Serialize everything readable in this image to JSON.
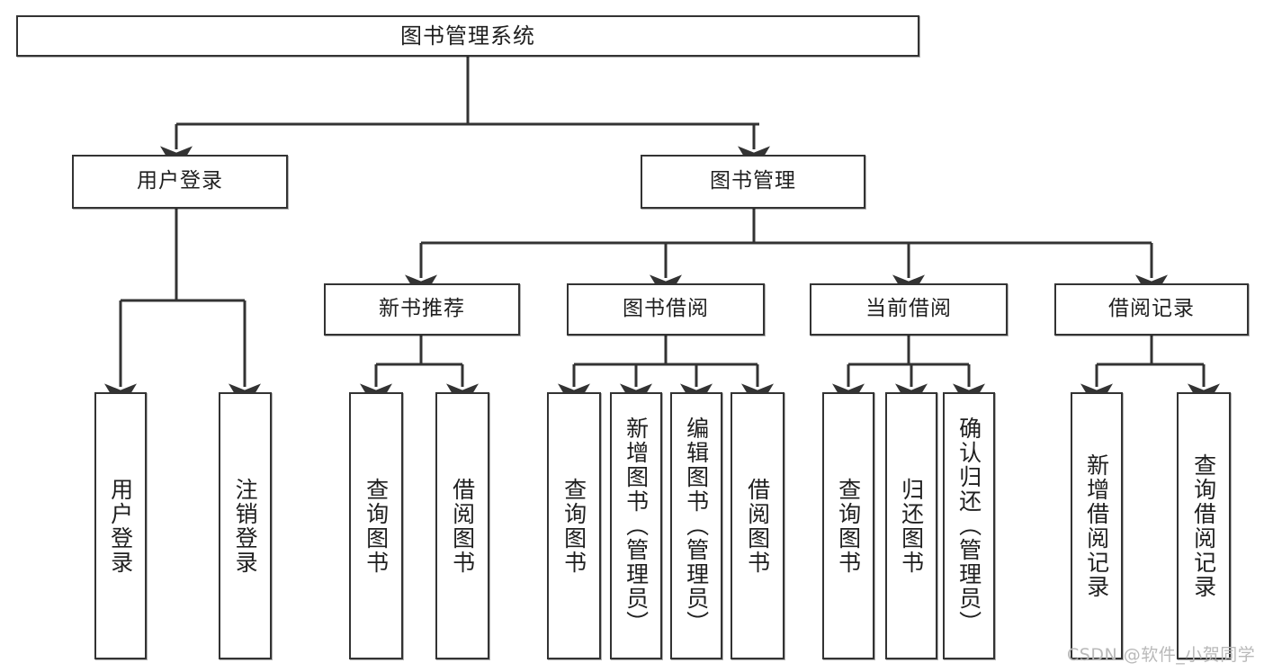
{
  "diagram": {
    "title": "图书管理系统",
    "type": "tree-hierarchy",
    "watermark": "CSDN @软件_小贺同学",
    "colors": {
      "background": "#ffffff",
      "box_border": "#333333",
      "box_fill": "#ffffff",
      "connector": "#333333",
      "text": "#1f1f1f",
      "watermark": "#b9b9b9"
    },
    "levels": {
      "root": {
        "label": "图书管理系统"
      },
      "level2": [
        {
          "id": "user-login",
          "label": "用户登录"
        },
        {
          "id": "book-manage",
          "label": "图书管理"
        }
      ],
      "level3": [
        {
          "id": "new-book-recommend",
          "label": "新书推荐",
          "parent": "book-manage"
        },
        {
          "id": "book-borrow",
          "label": "图书借阅",
          "parent": "book-manage"
        },
        {
          "id": "current-borrow",
          "label": "当前借阅",
          "parent": "book-manage"
        },
        {
          "id": "borrow-record",
          "label": "借阅记录",
          "parent": "book-manage"
        }
      ],
      "leaves": [
        {
          "id": "leaf-user-login",
          "label": "用户登录",
          "parent": "user-login"
        },
        {
          "id": "leaf-user-logout",
          "label": "注销登录",
          "parent": "user-login"
        },
        {
          "id": "leaf-rec-query-book",
          "label": "查询图书",
          "parent": "new-book-recommend"
        },
        {
          "id": "leaf-rec-borrow-book",
          "label": "借阅图书",
          "parent": "new-book-recommend"
        },
        {
          "id": "leaf-brw-query-book",
          "label": "查询图书",
          "parent": "book-borrow"
        },
        {
          "id": "leaf-brw-add-book",
          "label": "新增图书（管理员）",
          "parent": "book-borrow"
        },
        {
          "id": "leaf-brw-edit-book",
          "label": "编辑图书（管理员）",
          "parent": "book-borrow"
        },
        {
          "id": "leaf-brw-borrow-book",
          "label": "借阅图书",
          "parent": "book-borrow"
        },
        {
          "id": "leaf-cur-query-book",
          "label": "查询图书",
          "parent": "current-borrow"
        },
        {
          "id": "leaf-cur-return-book",
          "label": "归还图书",
          "parent": "current-borrow"
        },
        {
          "id": "leaf-cur-confirm-return",
          "label": "确认归还（管理员）",
          "parent": "current-borrow"
        },
        {
          "id": "leaf-rec-add-record",
          "label": "新增借阅记录",
          "parent": "borrow-record"
        },
        {
          "id": "leaf-rec-query-record",
          "label": "查询借阅记录",
          "parent": "borrow-record"
        }
      ]
    }
  }
}
